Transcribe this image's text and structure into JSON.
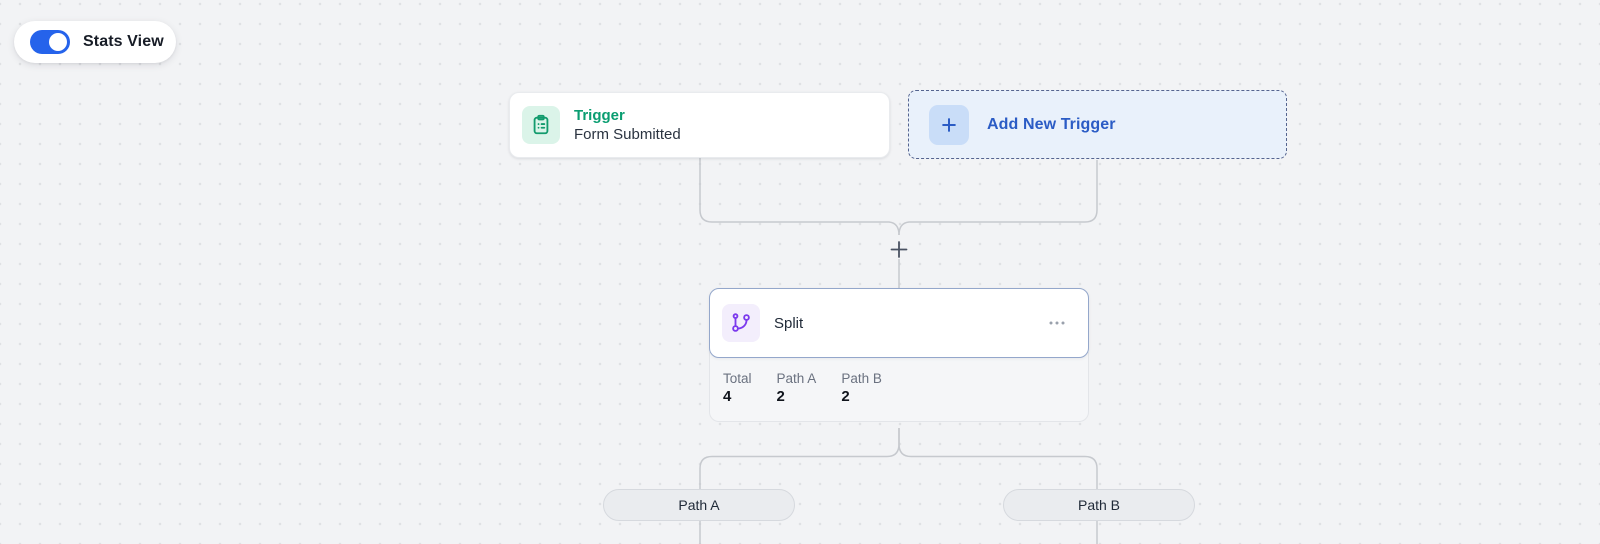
{
  "toolbar": {
    "stats_view_label": "Stats View",
    "toggle_state": "on",
    "toggle_color": "#2563eb"
  },
  "nodes": {
    "trigger": {
      "title": "Trigger",
      "subtitle": "Form Submitted",
      "icon": "clipboard-list-icon",
      "accent_color": "#0a9d71",
      "icon_bg_color": "#dbf4e9"
    },
    "add_trigger": {
      "label": "Add New Trigger",
      "icon": "plus-icon",
      "accent_color": "#2b5cc5",
      "box_bg_color": "#e9f1fb"
    },
    "split": {
      "title": "Split",
      "icon": "git-branch-icon",
      "accent_color": "#7c3aed",
      "menu_icon": "ellipsis-icon",
      "stats": [
        {
          "label": "Total",
          "value": "4"
        },
        {
          "label": "Path A",
          "value": "2"
        },
        {
          "label": "Path B",
          "value": "2"
        }
      ]
    },
    "branches": [
      {
        "label": "Path A"
      },
      {
        "label": "Path B"
      }
    ]
  }
}
